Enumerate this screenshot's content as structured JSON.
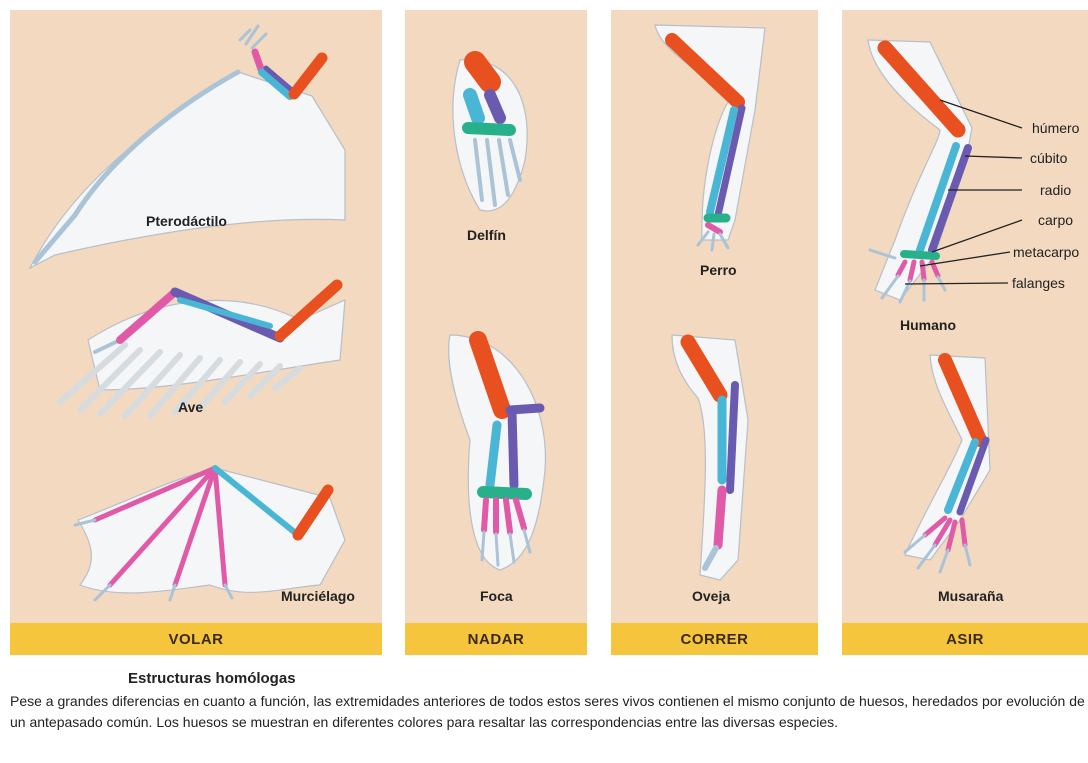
{
  "panels": [
    {
      "band_label": "VOLAR",
      "color": "#f6c53e"
    },
    {
      "band_label": "NADAR",
      "color": "#f6c53e"
    },
    {
      "band_label": "CORRER",
      "color": "#f6c53e"
    },
    {
      "band_label": "ASIR",
      "color": "#f6c53e"
    }
  ],
  "species": {
    "pterodactilo": "Pterodáctilo",
    "ave": "Ave",
    "murcielago": "Murciélago",
    "delfin": "Delfín",
    "foca": "Foca",
    "perro": "Perro",
    "oveja": "Oveja",
    "humano": "Humano",
    "musarana": "Musaraña"
  },
  "bones": {
    "humero": "húmero",
    "cubito": "cúbito",
    "radio": "radio",
    "carpo": "carpo",
    "metacarpo": "metacarpo",
    "falanges": "falanges"
  },
  "bone_colors": {
    "humero": "#e8501f",
    "cubito": "#6a5bb0",
    "radio": "#4ab6d6",
    "carpo": "#28b08a",
    "metacarpo": "#e05aa8",
    "falanges": "#b7cfe0"
  },
  "caption": {
    "title": "Estructuras homólogas",
    "body": "Pese a grandes diferencias en cuanto a función, las extremidades anteriores de todos estos seres vivos contienen el mismo conjunto de huesos, heredados por evolución de un antepasado común. Los huesos se muestran en diferentes colores para resaltar las correspondencias entre las diversas especies."
  }
}
